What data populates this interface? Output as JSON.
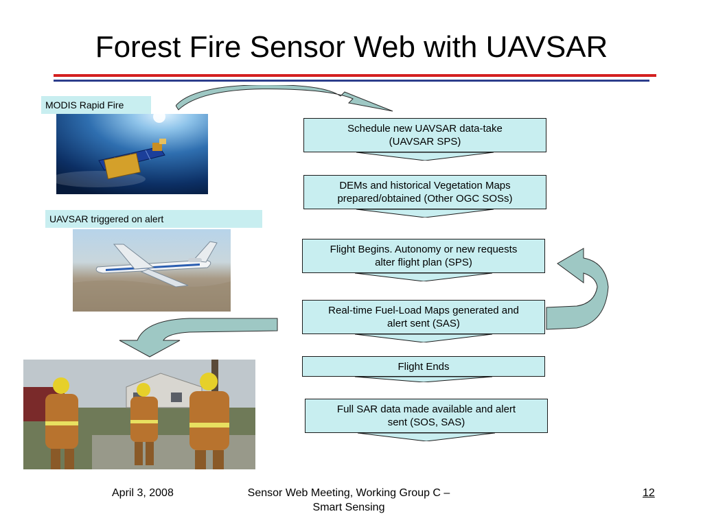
{
  "slide": {
    "title": "Forest Fire Sensor Web with UAVSAR"
  },
  "labels": {
    "modis": "MODIS Rapid Fire",
    "uavsar": "UAVSAR triggered on alert"
  },
  "flow": {
    "step1_line1": "Schedule new UAVSAR data-take",
    "step1_line2": "(UAVSAR SPS)",
    "step2_line1": "DEMs and historical Vegetation Maps",
    "step2_line2": "prepared/obtained (Other OGC SOSs)",
    "step3_line1": "Flight Begins.  Autonomy or new requests",
    "step3_line2": "alter flight plan (SPS)",
    "step4_line1": "Real-time Fuel-Load Maps generated and",
    "step4_line2": "alert sent (SAS)",
    "step5_line1": "Flight Ends",
    "step6_line1": "Full SAR data made available and alert",
    "step6_line2": "sent (SOS, SAS)"
  },
  "footer": {
    "date": "April 3, 2008",
    "meeting_line1": "Sensor Web Meeting, Working Group C –",
    "meeting_line2": "Smart Sensing",
    "page_number": "12"
  },
  "colors": {
    "box_fill": "#c8eef0",
    "arrow_fill": "#9ec8c4",
    "rule_red": "#d42020",
    "rule_blue": "#2c3d8c"
  }
}
